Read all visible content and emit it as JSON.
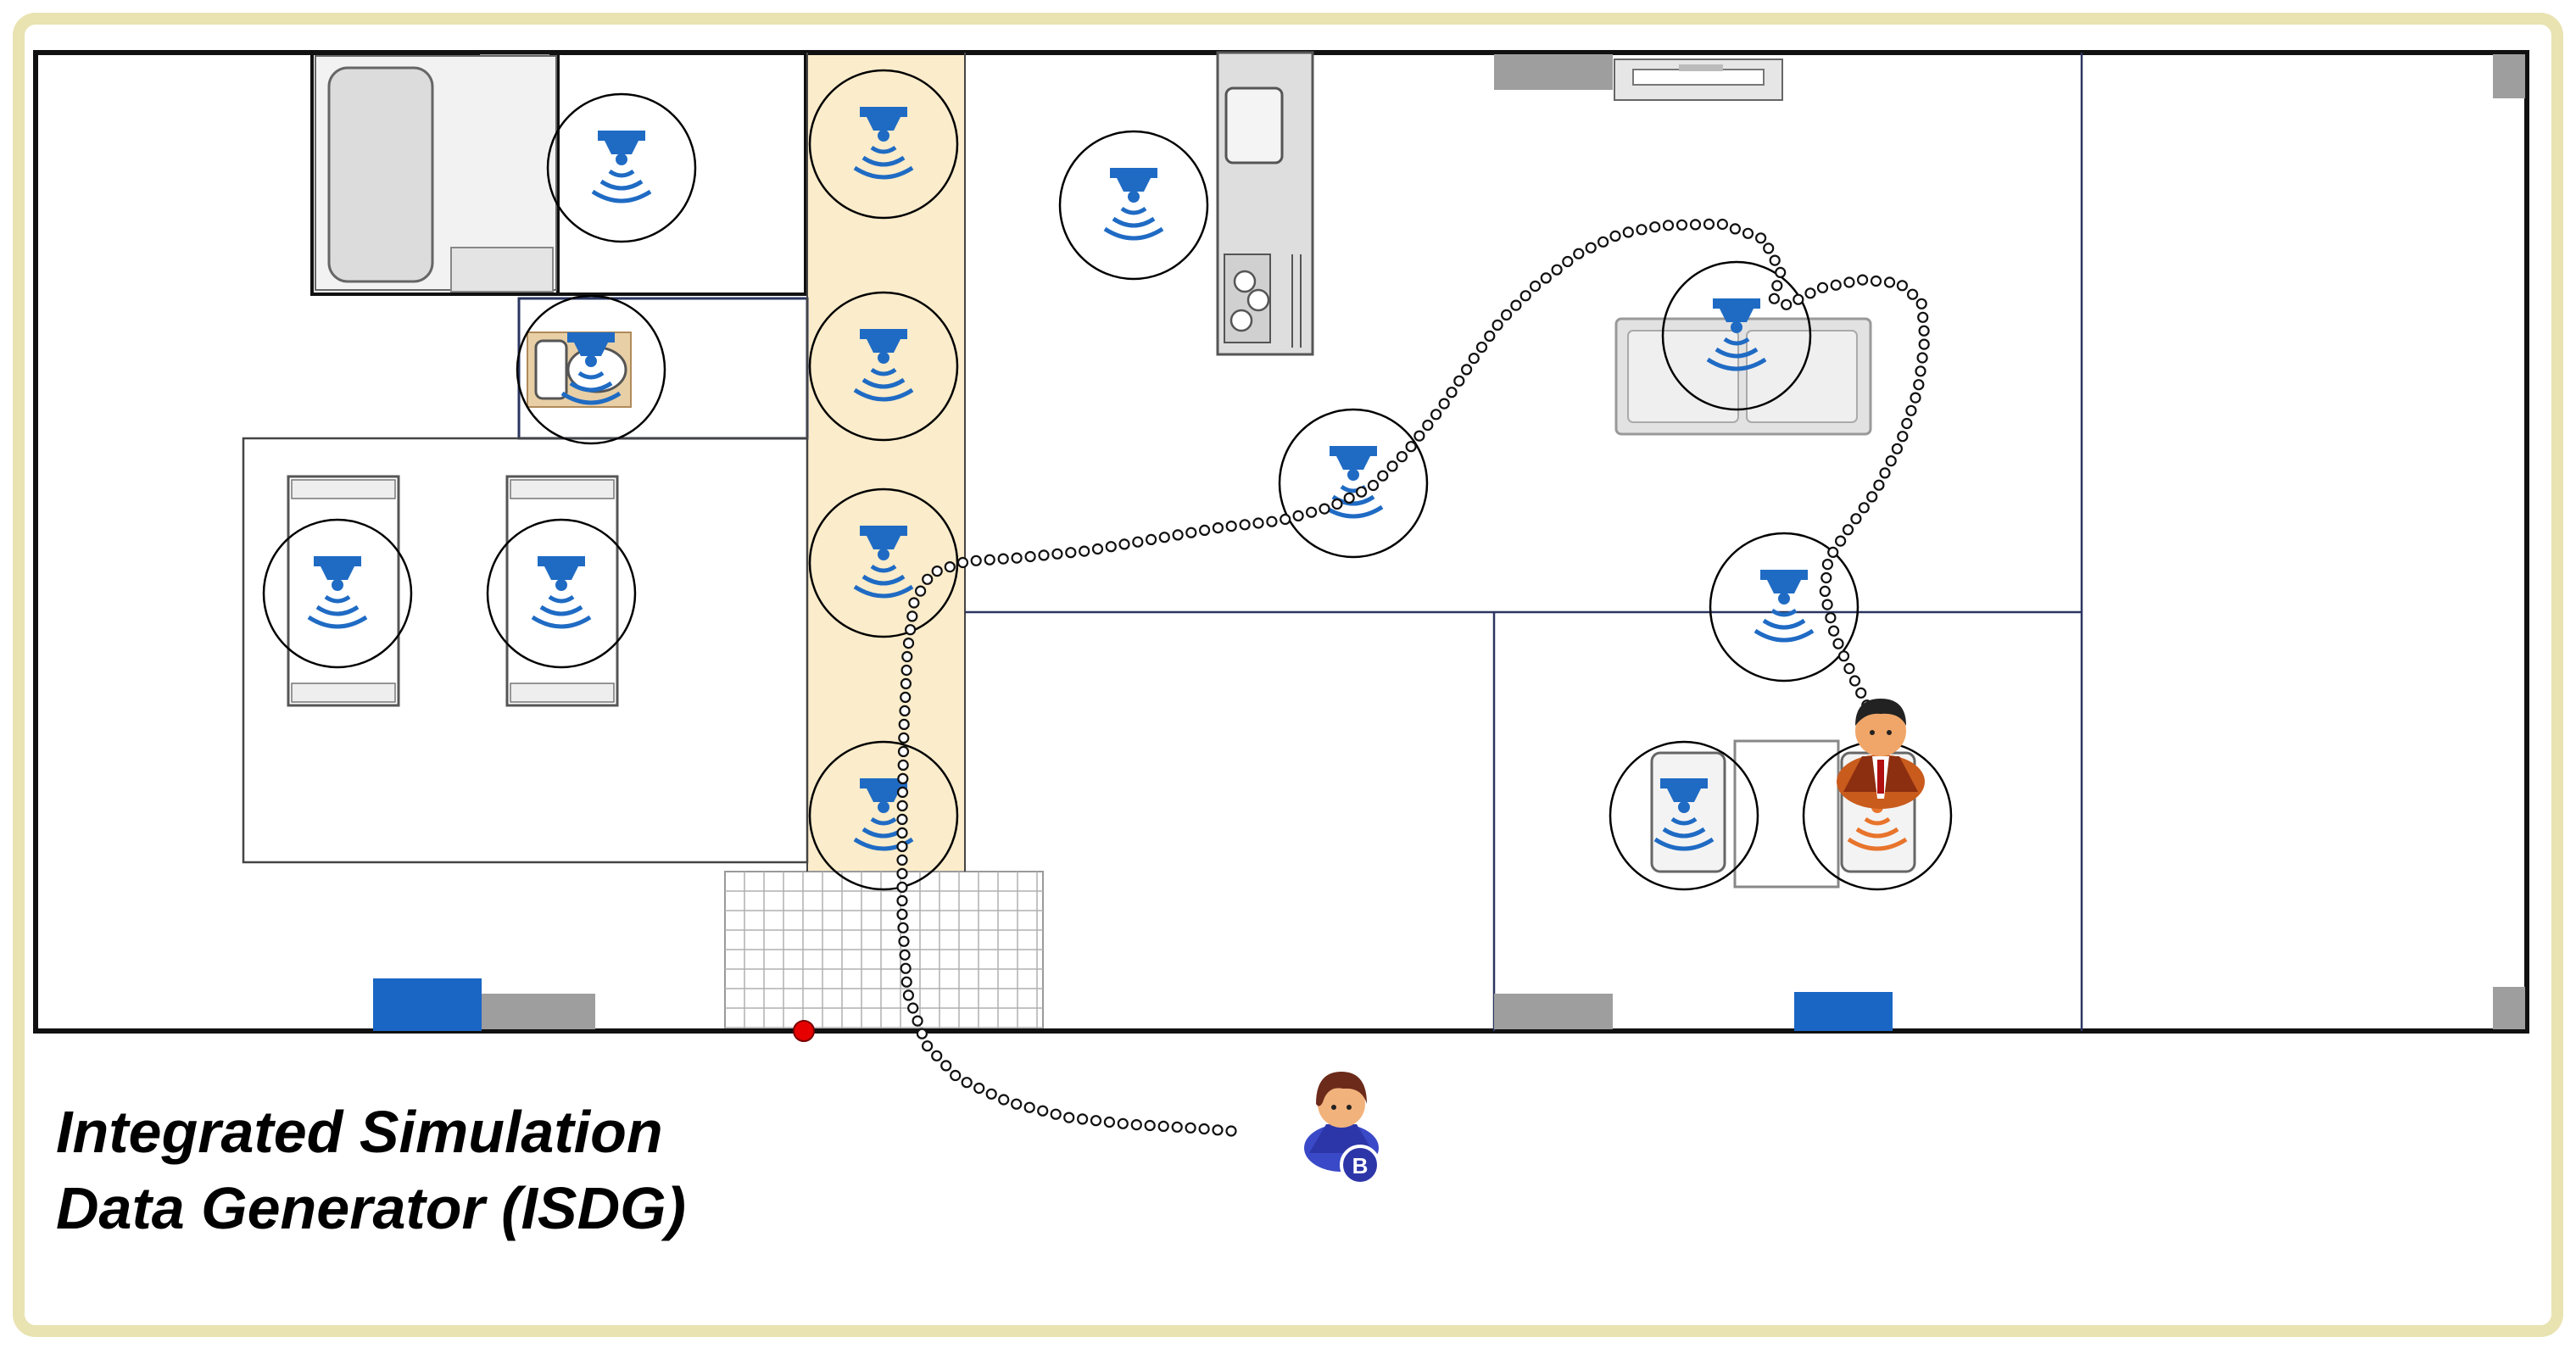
{
  "title": {
    "line1": "Integrated Simulation",
    "line2": "Data Generator (ISDG)"
  },
  "person_b": {
    "badge": "B"
  },
  "colors": {
    "frame_border": "#e8e3b0",
    "wall": "#111111",
    "thin_wall": "#2a3560",
    "hallway": "#fbeccb",
    "sensor": "#1f6bc4",
    "sensor_active": "#e8742c",
    "sensor_ring": "#000000",
    "door_blue": "#1a66c4",
    "door_gray": "#9e9e9e",
    "entry_dot": "#e60000",
    "trajectory": "#000000"
  },
  "sensors": [
    {
      "name": "sensor-bathroom",
      "state": "idle"
    },
    {
      "name": "sensor-toilet",
      "state": "idle"
    },
    {
      "name": "sensor-hall-1",
      "state": "idle"
    },
    {
      "name": "sensor-hall-2",
      "state": "idle"
    },
    {
      "name": "sensor-hall-3",
      "state": "idle"
    },
    {
      "name": "sensor-hall-4",
      "state": "idle"
    },
    {
      "name": "sensor-bed-1",
      "state": "idle"
    },
    {
      "name": "sensor-bed-2",
      "state": "idle"
    },
    {
      "name": "sensor-kitchen",
      "state": "idle"
    },
    {
      "name": "sensor-living-center",
      "state": "idle"
    },
    {
      "name": "sensor-sofa",
      "state": "idle"
    },
    {
      "name": "sensor-living-right",
      "state": "idle"
    },
    {
      "name": "sensor-dining-1",
      "state": "idle"
    },
    {
      "name": "sensor-dining-2",
      "state": "active"
    }
  ]
}
